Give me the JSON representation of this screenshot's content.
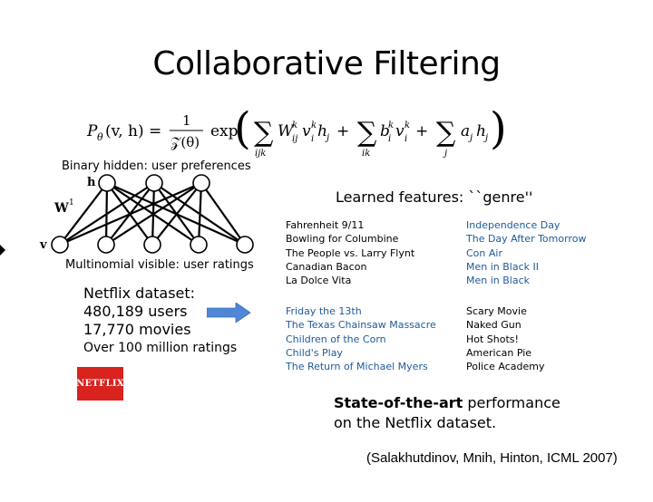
{
  "title": "Collaborative Filtering",
  "equation": {
    "lhs": "P",
    "lhs_sub": "θ",
    "lhs_args": "(v, h) =",
    "frac_num": "1",
    "frac_den": "𝒵(θ)",
    "exp": "exp",
    "term1": "W",
    "term1_sup": "k",
    "term1_sub": "ij",
    "term1_rest": "v",
    "term1_v_sup": "k",
    "term1_v_sub": "i",
    "term1_h": "h",
    "term1_h_sub": "j",
    "sum1_sub": "ijk",
    "plus": "+",
    "term2": "b",
    "term2_sup": "k",
    "term2_sub": "i",
    "term2_v": "v",
    "term2_v_sup": "k",
    "term2_v_sub": "i",
    "sum2_sub": "ik",
    "term3": "a",
    "term3_sub": "j",
    "term3_h": "h",
    "term3_h_sub": "j",
    "sum3_sub": "j"
  },
  "network": {
    "hidden_label": "Binary hidden: user preferences",
    "visible_label": "Multinomial visible: user ratings",
    "h_symbol": "h",
    "v_symbol": "v",
    "w_symbol": "W",
    "w_sup": "1",
    "hidden_units": 3,
    "visible_units": 5
  },
  "features": {
    "title": "Learned features: ``genre''",
    "groups": [
      {
        "color": "#000000",
        "movies": [
          "Fahrenheit 9/11",
          "Bowling for Columbine",
          "The People vs. Larry Flynt",
          "Canadian Bacon",
          "La Dolce Vita"
        ]
      },
      {
        "color": "#1f5a99",
        "movies": [
          "Independence Day",
          "The Day After Tomorrow",
          "Con Air",
          "Men in Black II",
          "Men in Black"
        ]
      },
      {
        "color": "#1f5a99",
        "movies": [
          "Friday the 13th",
          "The Texas Chainsaw Massacre",
          "Children of the Corn",
          "Child's Play",
          "The Return of Michael Myers"
        ]
      },
      {
        "color": "#000000",
        "movies": [
          "Scary Movie",
          "Naked Gun",
          "Hot Shots!",
          "American Pie",
          "Police Academy"
        ]
      }
    ]
  },
  "dataset": {
    "heading": "Netflix dataset:",
    "users": "480,189 users",
    "movies": "17,770 movies",
    "ratings": "Over 100 million ratings"
  },
  "logo": {
    "text": "NETFLIX",
    "color": "#d8231f"
  },
  "arrow_color": "#4f86d6",
  "performance": {
    "bold": "State-of-the-art",
    "rest": " performance",
    "line2": "on the Netflix dataset."
  },
  "citation": "(Salakhutdinov, Mnih, Hinton, ICML 2007)"
}
